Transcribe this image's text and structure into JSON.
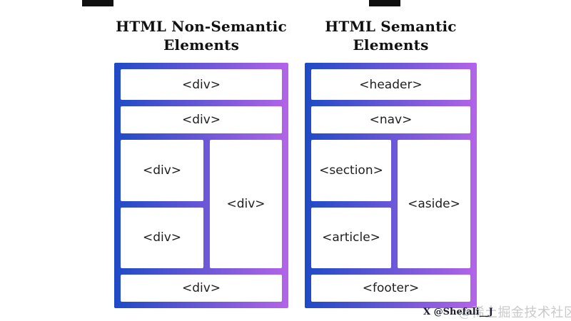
{
  "diagrams": [
    {
      "id": "non-semantic",
      "title_line1": "HTML Non-Semantic",
      "title_line2": "Elements",
      "boxes": {
        "row1": "<div>",
        "row2": "<div>",
        "col_top": "<div>",
        "col_bottom": "<div>",
        "col_right": "<div>",
        "row_bottom": "<div>"
      }
    },
    {
      "id": "semantic",
      "title_line1": "HTML Semantic",
      "title_line2": "Elements",
      "boxes": {
        "row1": "<header>",
        "row2": "<nav>",
        "col_top": "<section>",
        "col_bottom": "<article>",
        "col_right": "<aside>",
        "row_bottom": "<footer>"
      }
    }
  ],
  "watermark": {
    "credit": "X @Shefali__J",
    "community": "@稀土掘金技术社区"
  },
  "colors": {
    "gradient_start": "#1e4ac6",
    "gradient_end": "#b364e8",
    "box_bg": "#ffffff",
    "label": "#1e1e1e",
    "title": "#111111",
    "credit": "#1c1c2e",
    "community": "#bcbcbc",
    "artifact": "#101010"
  }
}
